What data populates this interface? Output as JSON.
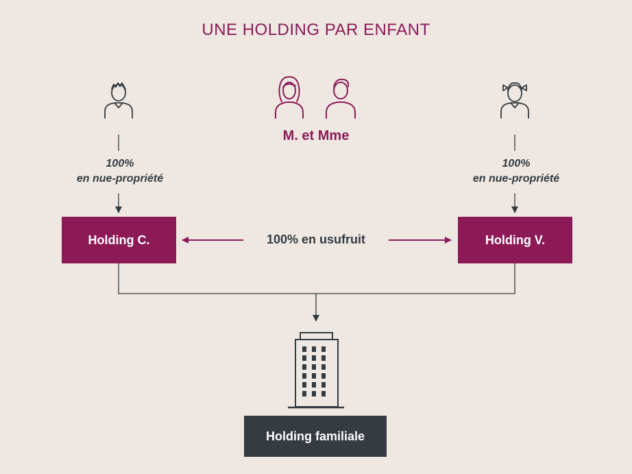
{
  "title": "UNE HOLDING PAR ENFANT",
  "parents": {
    "label": "M. et Mme",
    "icons": [
      "woman-icon",
      "man-icon"
    ]
  },
  "children": [
    {
      "icon": "boy-icon",
      "share_value": "100%",
      "share_type": "en nue-propriété"
    },
    {
      "icon": "girl-icon",
      "share_value": "100%",
      "share_type": "en nue-propriété"
    }
  ],
  "holdings": {
    "left": "Holding C.",
    "right": "Holding V."
  },
  "usufruit_label": "100% en usufruit",
  "family_holding": {
    "label": "Holding familiale",
    "icon": "building-icon"
  },
  "colors": {
    "accent": "#8b1a57",
    "dark": "#353b40",
    "background": "#efe8e2",
    "line": "#333a40"
  }
}
